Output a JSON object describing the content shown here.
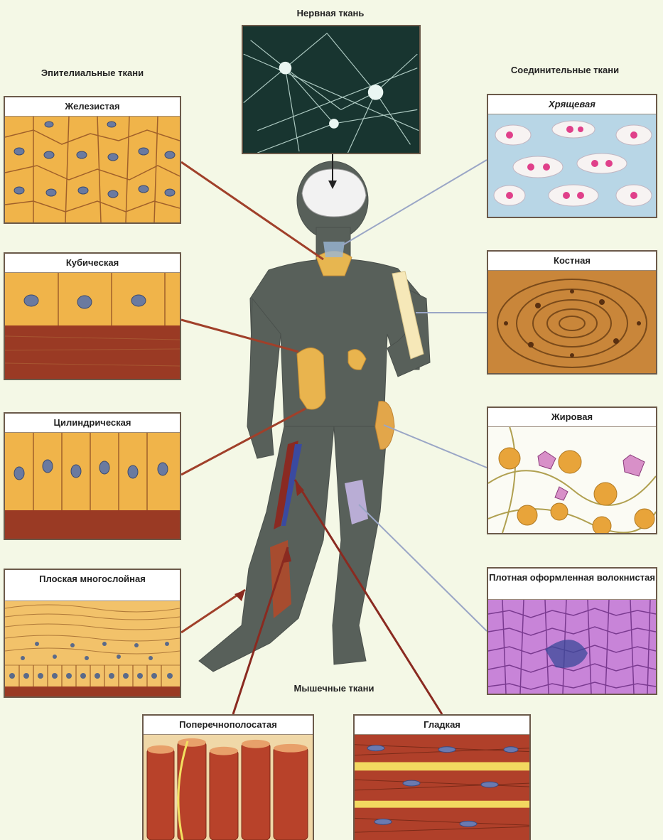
{
  "groups": {
    "nervous": "Нервная ткань",
    "epithelial": "Эпителиальные ткани",
    "connective": "Соединительные ткани",
    "muscle": "Мышечные ткани"
  },
  "panels": {
    "glandular": "Железистая",
    "cubic": "Кубическая",
    "cylindrical": "Цилиндрическая",
    "squamous": "Плоская многослойная",
    "cartilage": "Хрящевая",
    "bone": "Костная",
    "adipose": "Жировая",
    "dense": "Плотная оформленная волокнистая",
    "striated": "Поперечнополосатая",
    "smooth": "Гладкая"
  },
  "colors": {
    "background": "#f4f8e6",
    "body": "#58605a",
    "epithelial_link": "#a0402a",
    "connective_link": "#9aa6c6",
    "muscle_link": "#8a2a20"
  }
}
